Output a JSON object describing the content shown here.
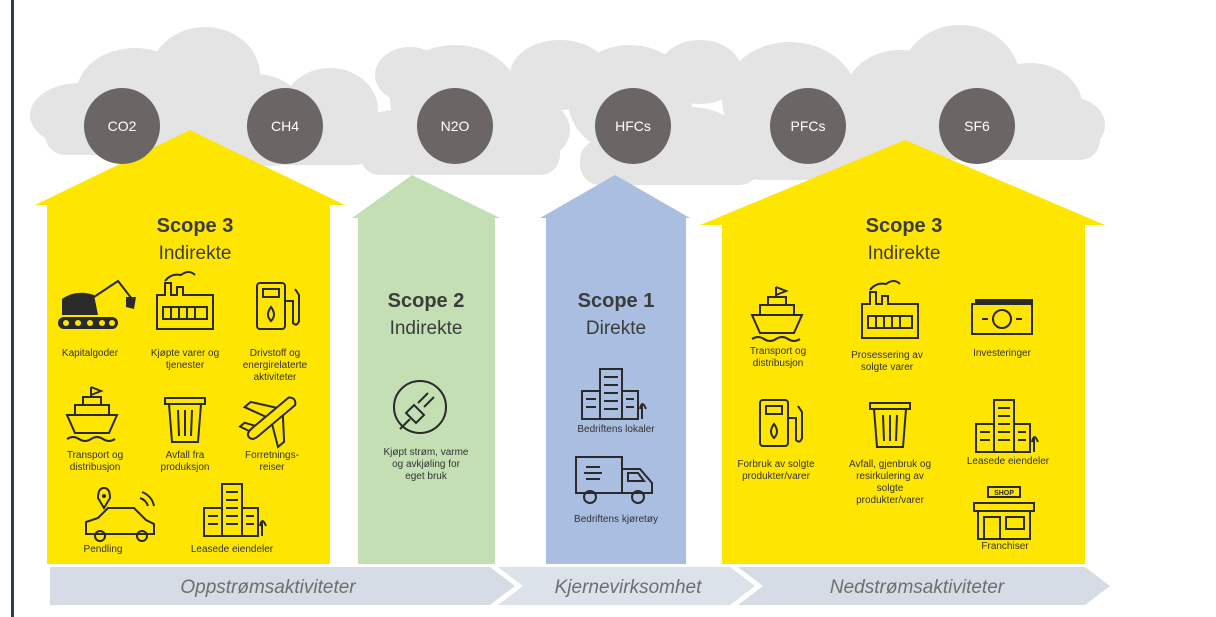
{
  "colors": {
    "yellow": "#FFE600",
    "green": "#C4DFB4",
    "blue": "#A9BEE0",
    "cloud": "#E4E4E4",
    "gas_circle": "#6B6566",
    "band": "#D5DCE6",
    "frame_line": "#2E3A59"
  },
  "gases": [
    "CO2",
    "CH4",
    "N2O",
    "HFCs",
    "PFCs",
    "SF6"
  ],
  "scope3_up": {
    "title": "Scope 3",
    "subtitle": "Indirekte",
    "items": [
      {
        "icon": "excavator-icon",
        "label": [
          "Kapitalgoder"
        ]
      },
      {
        "icon": "factory-icon",
        "label": [
          "Kjøpte varer og",
          "tjenester"
        ]
      },
      {
        "icon": "fuel-pump-icon",
        "label": [
          "Drivstoff og",
          "energirelaterte",
          "aktiviteter"
        ]
      },
      {
        "icon": "ship-icon",
        "label": [
          "Transport og",
          "distribusjon"
        ]
      },
      {
        "icon": "trash-bin-icon",
        "label": [
          "Avfall fra",
          "produksjon"
        ]
      },
      {
        "icon": "airplane-icon",
        "label": [
          "Forretnings-",
          "reiser"
        ]
      },
      {
        "icon": "car-commute-icon",
        "label": [
          "Pendling"
        ]
      },
      {
        "icon": "buildings-icon",
        "label": [
          "Leasede eiendeler"
        ]
      }
    ]
  },
  "scope2": {
    "title": "Scope 2",
    "subtitle": "Indirekte",
    "items": [
      {
        "icon": "power-plug-icon",
        "label": [
          "Kjøpt strøm, varme",
          "og avkjøling for",
          "eget bruk"
        ]
      }
    ]
  },
  "scope1": {
    "title": "Scope 1",
    "subtitle": "Direkte",
    "items": [
      {
        "icon": "buildings-icon",
        "label": [
          "Bedriftens lokaler"
        ]
      },
      {
        "icon": "truck-icon",
        "label": [
          "Bedriftens kjøretøy"
        ]
      }
    ]
  },
  "scope3_down": {
    "title": "Scope 3",
    "subtitle": "Indirekte",
    "items": [
      {
        "icon": "ship-icon",
        "label": [
          "Transport og",
          "distribusjon"
        ]
      },
      {
        "icon": "factory-icon",
        "label": [
          "Prosessering av",
          "solgte varer"
        ]
      },
      {
        "icon": "banknote-icon",
        "label": [
          "Investeringer"
        ]
      },
      {
        "icon": "fuel-pump-icon",
        "label": [
          "Forbruk av solgte",
          "produkter/varer"
        ]
      },
      {
        "icon": "trash-bin-icon",
        "label": [
          "Avfall, gjenbruk og",
          "resirkulering av",
          "solgte",
          "produkter/varer"
        ]
      },
      {
        "icon": "buildings-icon",
        "label": [
          "Leasede eiendeler"
        ]
      },
      {
        "icon": "shop-icon",
        "label": [
          "Franchiser"
        ],
        "sign": "SHOP"
      }
    ]
  },
  "bands": [
    "Oppstrømsaktiviteter",
    "Kjernevirksomhet",
    "Nedstrømsaktiviteter"
  ]
}
